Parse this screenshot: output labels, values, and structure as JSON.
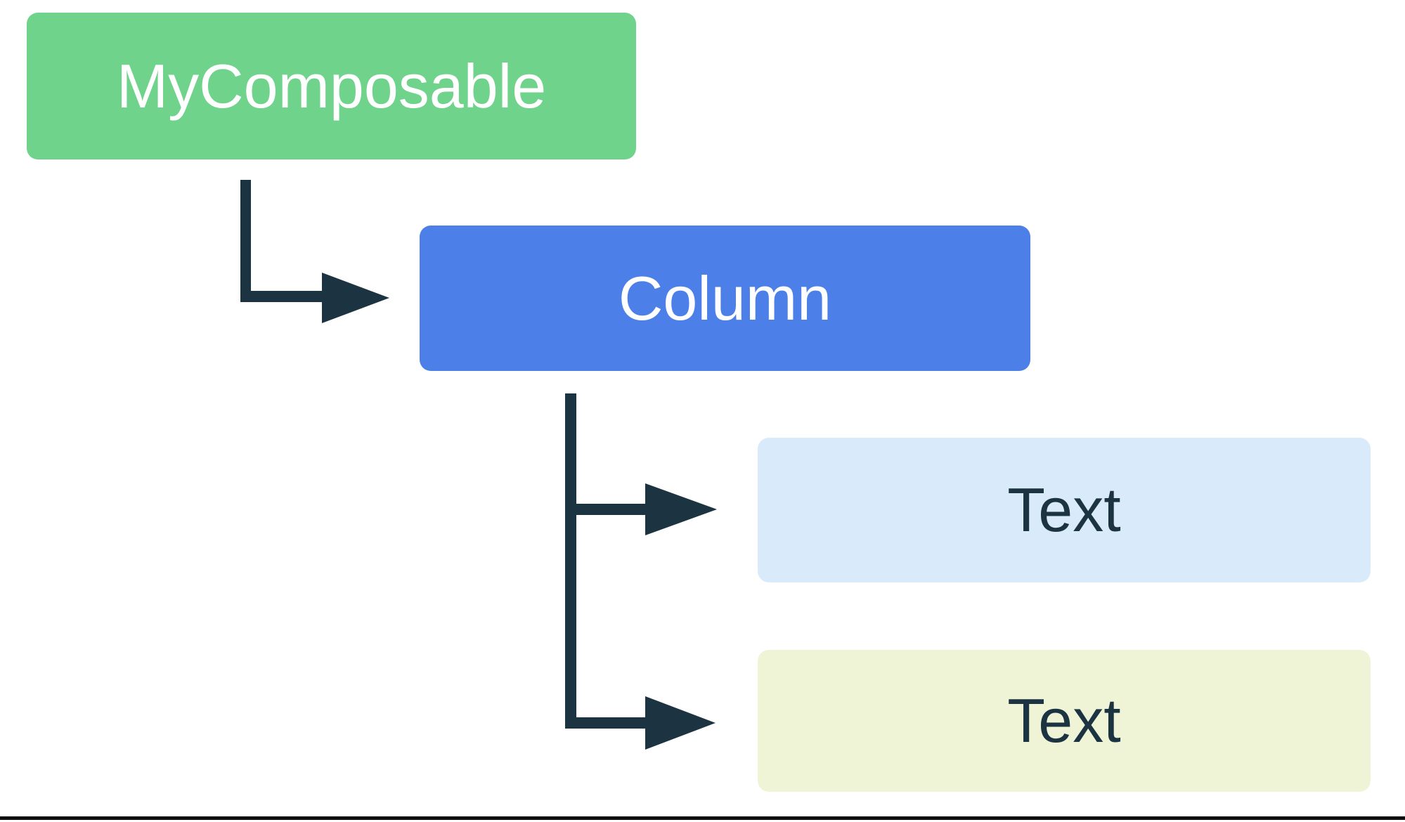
{
  "nodes": {
    "root": {
      "label": "MyComposable"
    },
    "column": {
      "label": "Column"
    },
    "text1": {
      "label": "Text"
    },
    "text2": {
      "label": "Text"
    }
  },
  "colors": {
    "root_bg": "#6FD38C",
    "root_text": "#FFFFFF",
    "column_bg": "#4D7FE8",
    "column_text": "#FFFFFF",
    "text1_bg": "#D9EAFB",
    "text2_bg": "#EFF4D6",
    "node_text_dark": "#1C3442",
    "arrow": "#1C3442",
    "canvas_bg": "#FFFFFF",
    "bottom_rule": "#0D0D0D"
  }
}
